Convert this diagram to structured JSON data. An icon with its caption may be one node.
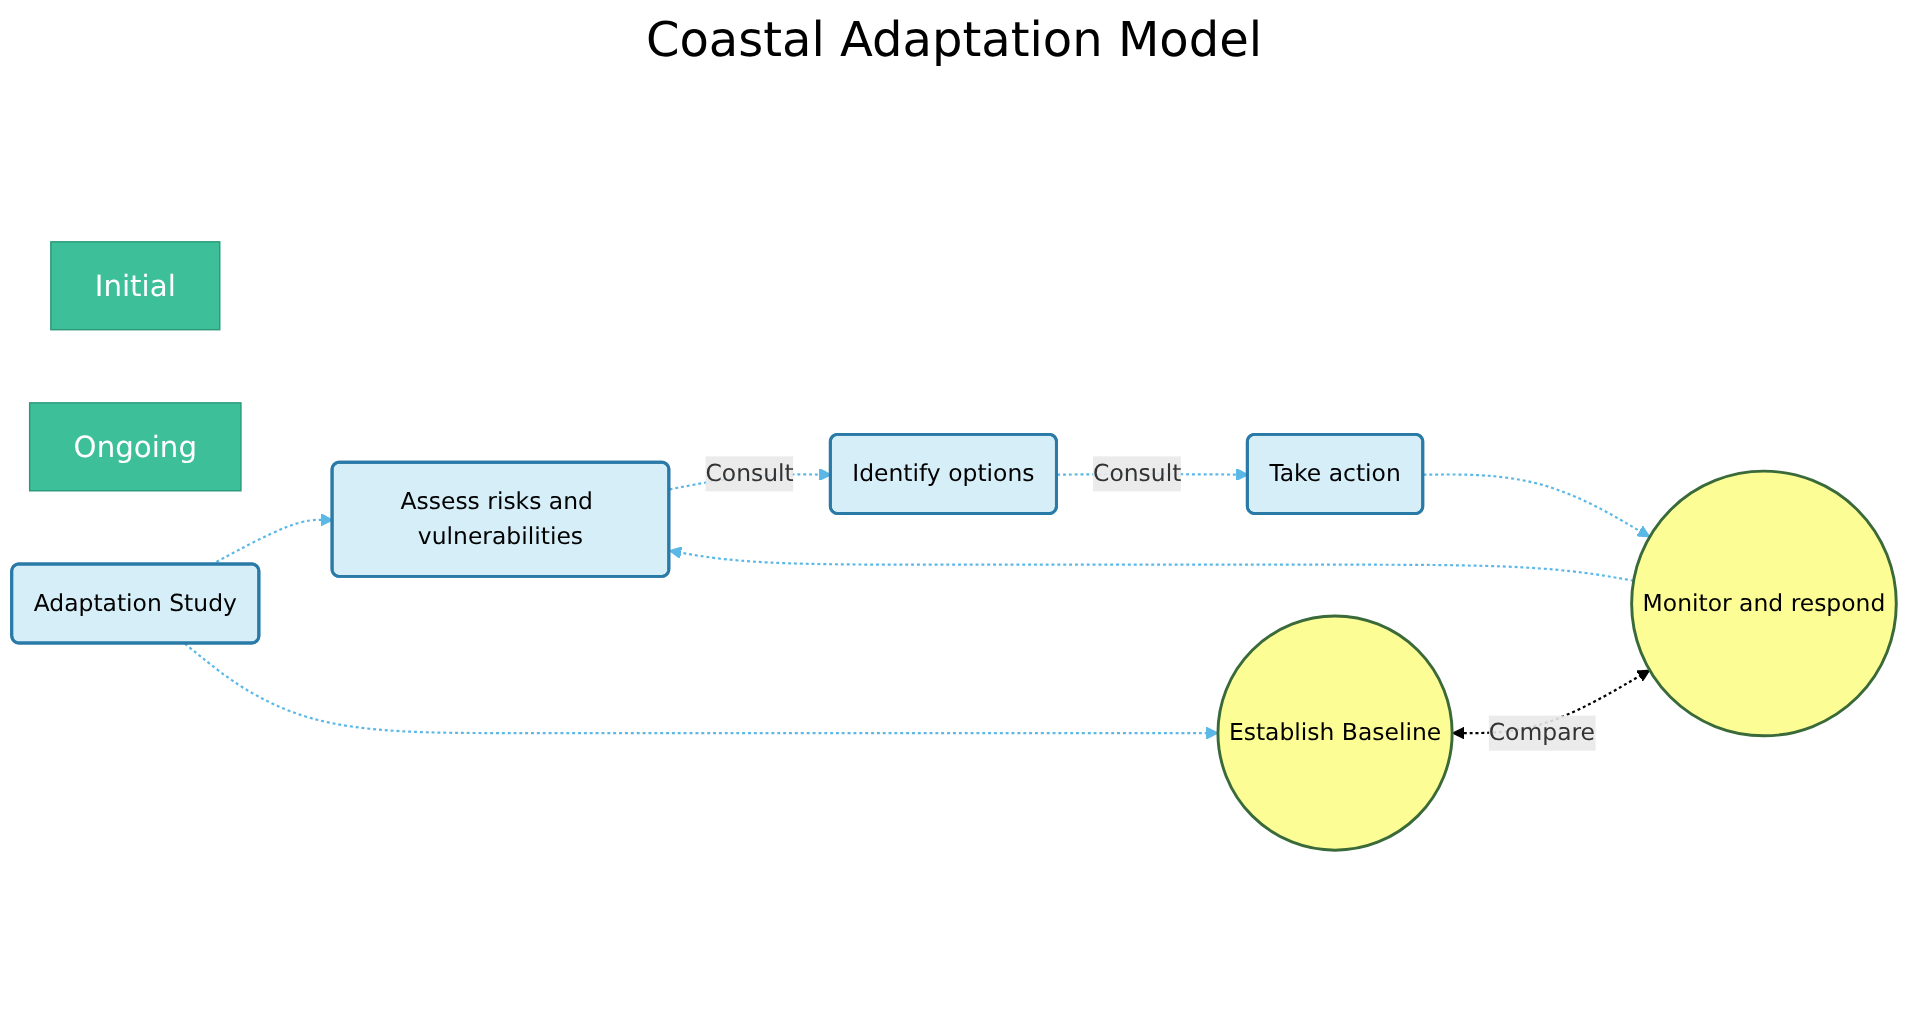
{
  "diagram": {
    "title": "Coastal Adaptation Model",
    "nodes": [
      {
        "text": [
          "Initial"
        ]
      },
      {
        "text": [
          "Ongoing"
        ]
      },
      {
        "text": [
          "Adaptation Study"
        ]
      },
      {
        "text": [
          "Assess risks and vulnerabilities"
        ]
      },
      {
        "text": [
          "Identify options"
        ]
      },
      {
        "text": [
          "Take action"
        ]
      },
      {
        "text": [
          "Establish Baseline"
        ]
      },
      {
        "text": [
          "Monitor and respond"
        ]
      }
    ],
    "edges": [
      {
        "from": 2,
        "to": 3,
        "arrow": "to",
        "style": "dashed"
      },
      {
        "from": 3,
        "to": 4,
        "arrow": "to",
        "style": "dashed",
        "label": "Consult"
      },
      {
        "from": 4,
        "to": 5,
        "arrow": "to",
        "style": "dashed",
        "label": "Consult"
      },
      {
        "from": 2,
        "to": 6,
        "arrow": "to",
        "style": "dashed"
      },
      {
        "from": 5,
        "to": 7,
        "arrow": "to",
        "style": "dashed"
      },
      {
        "from": 7,
        "to": 3,
        "arrow": "to",
        "style": "dashed"
      },
      {
        "from": 6,
        "to": 7,
        "arrow": "both",
        "style": "dashed",
        "color": "#000000",
        "label": "Compare"
      }
    ]
  }
}
